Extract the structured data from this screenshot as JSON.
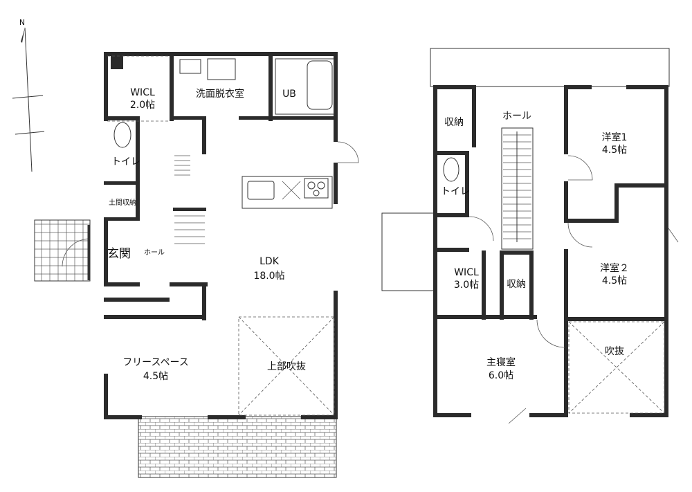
{
  "north_label": "N",
  "floor1": {
    "rooms": {
      "wicl": [
        "WICL",
        "2.0帖"
      ],
      "senmen": [
        "洗面脱衣室"
      ],
      "ub": [
        "UB"
      ],
      "toilet": [
        "トイレ"
      ],
      "doma_storage": [
        "土間収納"
      ],
      "genkan": [
        "玄関"
      ],
      "hall": [
        "ホール"
      ],
      "ldk": [
        "LDK",
        "18.0帖"
      ],
      "free_space": [
        "フリースペース",
        "4.5帖"
      ],
      "void_above": [
        "上部吹抜"
      ]
    }
  },
  "floor2": {
    "rooms": {
      "storage_top": [
        "収納"
      ],
      "hall": [
        "ホール"
      ],
      "bedroom1": [
        "洋室1",
        "4.5帖"
      ],
      "toilet": [
        "トイレ"
      ],
      "wicl": [
        "WICL",
        "3.0帖"
      ],
      "storage_mid": [
        "収納"
      ],
      "bedroom2": [
        "洋室２",
        "4.5帖"
      ],
      "master": [
        "主寝室",
        "6.0帖"
      ],
      "void": [
        "吹抜"
      ]
    }
  }
}
